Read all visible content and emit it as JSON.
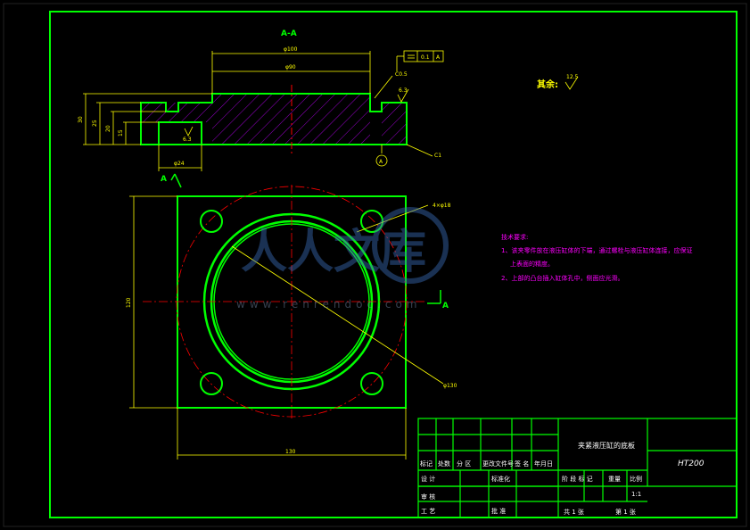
{
  "section_label": "A-A",
  "section_arrow_label": "A",
  "section_arrow_label_2": "A",
  "dimensions": {
    "dia_outer": "φ100",
    "dia_inner": "φ90",
    "chamfer": "C0.5",
    "chamfer_2": "C1",
    "height_30": "30",
    "height_25": "25",
    "height_20": "20",
    "height_15": "15",
    "dia_24": "φ24",
    "bolt_holes": "4×φ18",
    "width_130": "130",
    "height_120": "120",
    "dia_130": "φ130"
  },
  "roughness": {
    "rest_label": "其余:",
    "rest_value": "12.5",
    "face_value": "6.3",
    "hole_value": "6.3"
  },
  "tolerance": {
    "value": "0.1",
    "datum": "A"
  },
  "datum_label": "A",
  "tech_requirements": {
    "title": "技术要求:",
    "line1": "1、该夹零件放在液压缸体的下端，通过螺栓与液压缸体连接，应保证",
    "line1b": "上表面的精度。",
    "line2": "2、上部的凸台插入缸体孔中，侧面应光滑。"
  },
  "watermark": {
    "text": "人人文库",
    "url": "www.renrendoc.com"
  },
  "title_block": {
    "part_name": "夹紧液压缸的底板",
    "material": "HT200",
    "labels": [
      "标记",
      "处数",
      "分 区",
      "更改文件号",
      "签 名",
      "年月日"
    ],
    "designer": "设 计",
    "standardization": "标准化",
    "review": "审 核",
    "process": "工 艺",
    "approve": "批 准",
    "stage": "阶 段 标 记",
    "weight": "重量",
    "scale_label": "比例",
    "scale": "1:1",
    "total_sheets": "共 1 张",
    "sheet_no": "第 1 张"
  },
  "colors": {
    "green": "#00ff00",
    "yellow": "#ffff00",
    "red": "#ff0000",
    "magenta": "#ff00ff",
    "white": "#ffffff",
    "hatch": "#9900cc"
  }
}
